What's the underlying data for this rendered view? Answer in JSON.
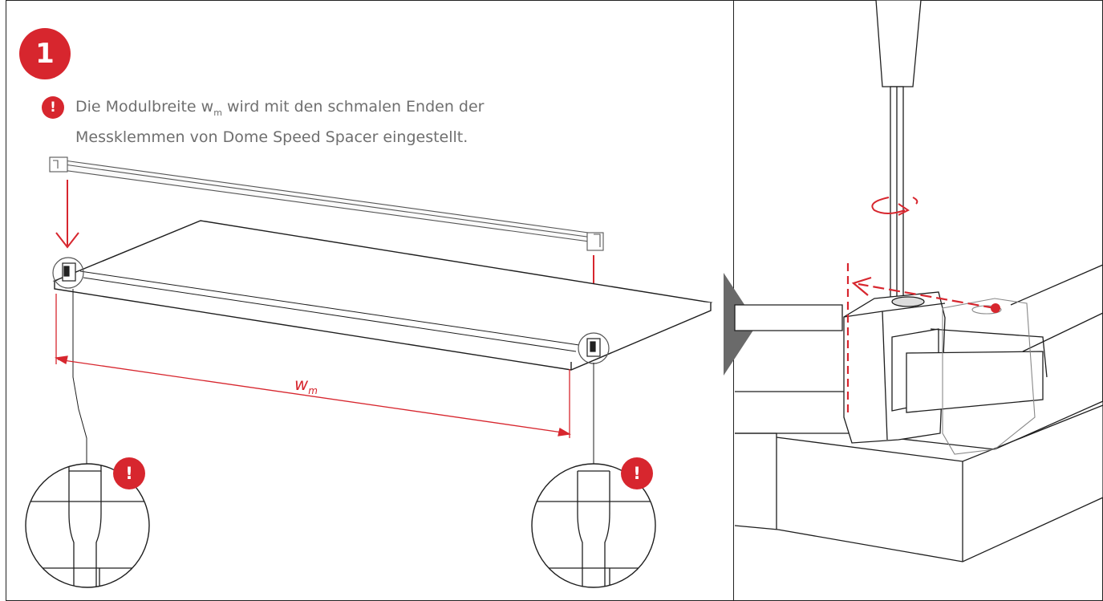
{
  "step": {
    "number": "1"
  },
  "warning": {
    "symbol": "!",
    "line1_before": "Die Modulbreite w",
    "line1_sub": "m",
    "line1_after": " wird mit den schmalen Enden der",
    "line2": "Messklemmen von Dome Speed Spacer eingestellt."
  },
  "dimension": {
    "symbol": "w",
    "subscript": "m"
  },
  "zoom_left": {
    "symbol": "!"
  },
  "zoom_right": {
    "symbol": "!"
  },
  "colors": {
    "accent": "#d7262e",
    "line": "#1e1e1e",
    "text_gray": "#6f6f6f",
    "arrow_gray": "#6a6a6a"
  }
}
